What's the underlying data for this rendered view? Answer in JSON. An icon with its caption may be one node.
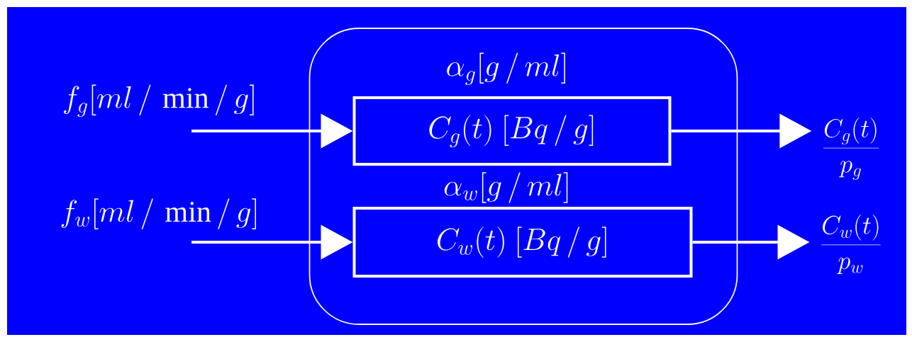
{
  "diagram": {
    "nodes": [
      {
        "text": [],
        "shape": "box"
      },
      {
        "text": [
          "\\alpha_g[g\\,/\\,ml]",
          "C_g(t)\\ [Bq\\,/\\,g]"
        ],
        "in": 0
      },
      {
        "text": [
          "\\alpha_w[g\\,/\\,ml]",
          "C_w(t)\\ [Bq\\,/\\,g]"
        ],
        "in": 0
      },
      {
        "text": [
          "\\frac{C_g(t)}{p_g}"
        ]
      },
      {
        "text": [
          "\\frac{C_w(t)}{p_w}"
        ]
      }
    ],
    "edges": [
      {
        "from": null,
        "to": 1,
        "arrow": "to",
        "label": "f_g[ml\\,/\\,\\min/\\,g]"
      },
      {
        "from": null,
        "to": 2,
        "arrow": "to",
        "label": "f_w[ml\\,/\\,\\min/\\,g]"
      },
      {
        "from": 1,
        "to": 3,
        "arrow": "to"
      },
      {
        "from": 2,
        "to": 4,
        "arrow": "to"
      }
    ]
  }
}
